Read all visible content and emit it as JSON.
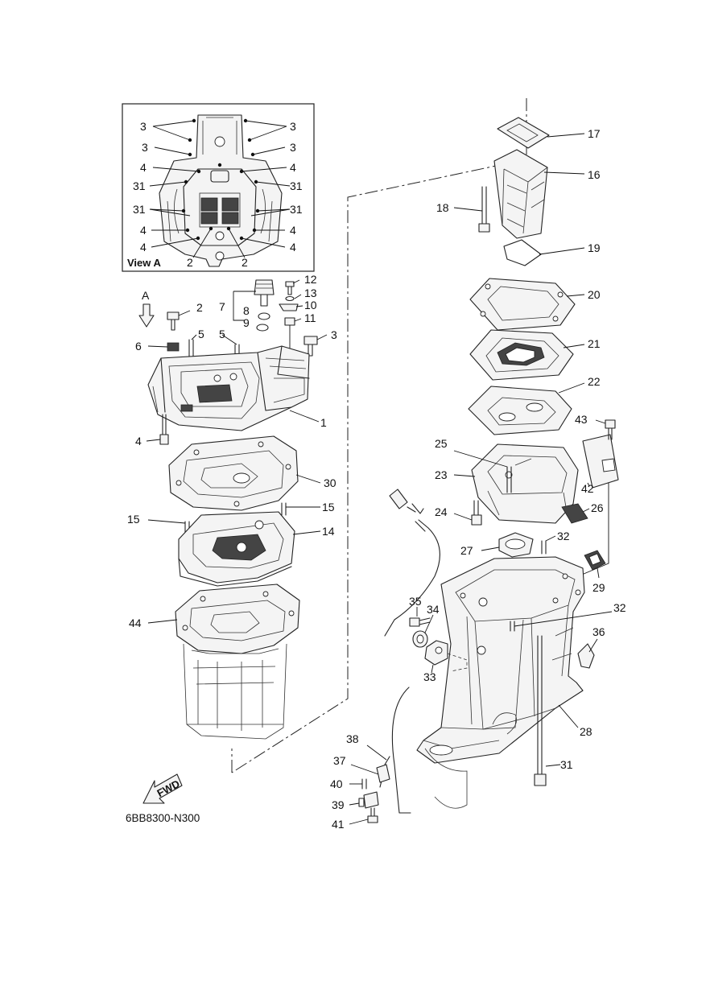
{
  "view_a_label": "View A",
  "arrow_a_label": "A",
  "fwd_label": "FWD",
  "diagram_code": "6BB8300-N300",
  "callouts": {
    "c1": "1",
    "c2": "2",
    "c3": "3",
    "c4": "4",
    "c5": "5",
    "c6": "6",
    "c7": "7",
    "c8": "8",
    "c9": "9",
    "c10": "10",
    "c11": "11",
    "c12": "12",
    "c13": "13",
    "c14": "14",
    "c15": "15",
    "c16": "16",
    "c17": "17",
    "c18": "18",
    "c19": "19",
    "c20": "20",
    "c21": "21",
    "c22": "22",
    "c23": "23",
    "c24": "24",
    "c25": "25",
    "c26": "26",
    "c27": "27",
    "c28": "28",
    "c29": "29",
    "c30": "30",
    "c31": "31",
    "c32": "32",
    "c33": "33",
    "c34": "34",
    "c35": "35",
    "c36": "36",
    "c37": "37",
    "c38": "38",
    "c39": "39",
    "c40": "40",
    "c41": "41",
    "c42": "42",
    "c43": "43",
    "c44": "44"
  }
}
